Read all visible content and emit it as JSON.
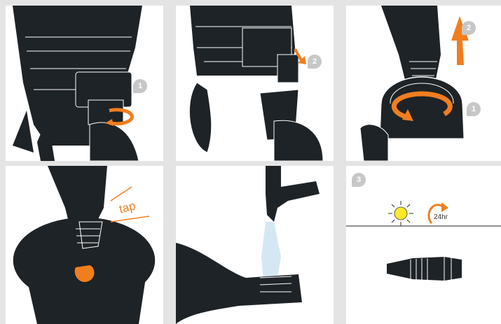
{
  "steps": {
    "p1_badge": "1",
    "p2_badge": "2",
    "p3_badge_top": "2",
    "p3_badge_bottom": "1",
    "p6_badge": "3"
  },
  "labels": {
    "tap": "tap",
    "duration": "24hr"
  },
  "icons": {
    "sun": "sun-icon",
    "rotate": "rotate-arrow-icon"
  },
  "colors": {
    "accent": "#f07e1f",
    "ink": "#1e2327",
    "badge": "#c7c7c7",
    "sun": "#ffe92a"
  }
}
